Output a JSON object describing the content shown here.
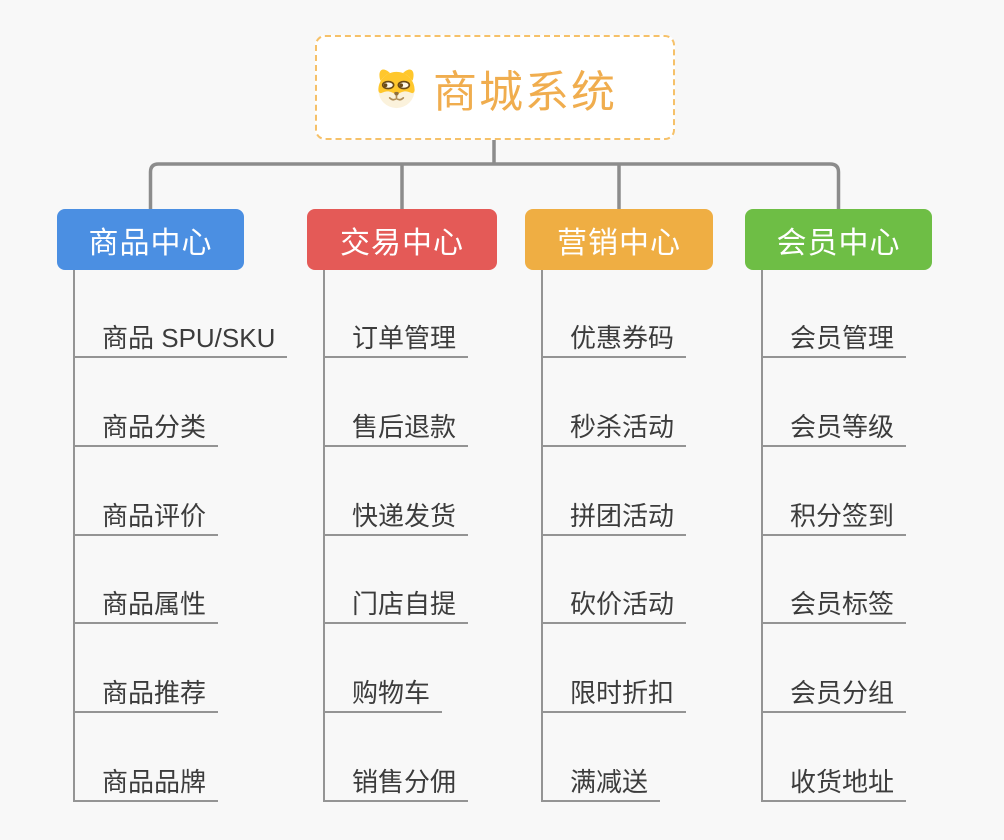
{
  "canvas": {
    "background": "#F8F8F8",
    "connector_color": "#8C8C8C",
    "branch_line_color": "#949494",
    "leaf_text_color": "#3C3C3C"
  },
  "root": {
    "label": "商城系统",
    "icon": "dog-face-icon",
    "text_color": "#F0AD4E",
    "border_color": "#F6C169",
    "background": "#FFFFFF"
  },
  "branches": [
    {
      "label": "商品中心",
      "color": "#4B8FE2",
      "items": [
        "商品 SPU/SKU",
        "商品分类",
        "商品评价",
        "商品属性",
        "商品推荐",
        "商品品牌"
      ]
    },
    {
      "label": "交易中心",
      "color": "#E45A57",
      "items": [
        "订单管理",
        "售后退款",
        "快递发货",
        "门店自提",
        "购物车",
        "销售分佣"
      ]
    },
    {
      "label": "营销中心",
      "color": "#EFAE43",
      "items": [
        "优惠券码",
        "秒杀活动",
        "拼团活动",
        "砍价活动",
        "限时折扣",
        "满减送"
      ]
    },
    {
      "label": "会员中心",
      "color": "#6EBE45",
      "items": [
        "会员管理",
        "会员等级",
        "积分签到",
        "会员标签",
        "会员分组",
        "收货地址"
      ]
    }
  ]
}
